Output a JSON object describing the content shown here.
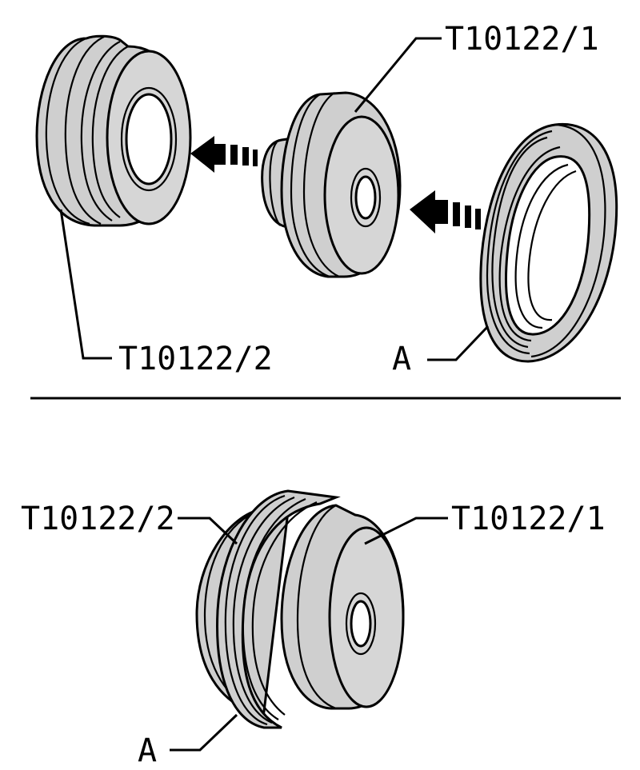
{
  "labels": {
    "top_tool_1": "T10122/1",
    "top_tool_2": "T10122/2",
    "top_seal": "A",
    "bottom_tool_1": "T10122/1",
    "bottom_tool_2": "T10122/2",
    "bottom_seal": "A"
  },
  "parts": {
    "tool_1": "T10122/1",
    "tool_2": "T10122/2",
    "seal": "A"
  },
  "icons": [
    "assembly-arrow-icon",
    "assembly-arrow-icon"
  ],
  "colors": {
    "line": "#000000",
    "part_fill": "#cfcfcf",
    "background": "#ffffff"
  }
}
